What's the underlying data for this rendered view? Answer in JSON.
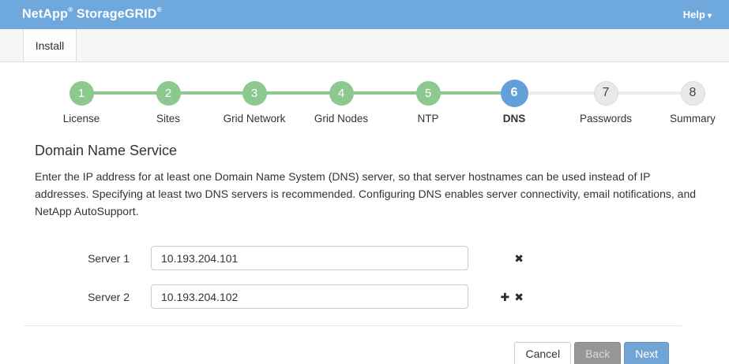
{
  "header": {
    "brand": "NetApp",
    "brand_reg": "®",
    "product": "StorageGRID",
    "product_reg": "®",
    "help_label": "Help",
    "help_caret": "▾",
    "bg_color": "#6FA8DC"
  },
  "tabs": {
    "install_label": "Install"
  },
  "stepper": {
    "completed_color": "#8DC88F",
    "active_color": "#64A0D8",
    "upcoming_color": "#e9e9e9",
    "steps": [
      {
        "number": "1",
        "label": "License",
        "status": "completed"
      },
      {
        "number": "2",
        "label": "Sites",
        "status": "completed"
      },
      {
        "number": "3",
        "label": "Grid Network",
        "status": "completed"
      },
      {
        "number": "4",
        "label": "Grid Nodes",
        "status": "completed"
      },
      {
        "number": "5",
        "label": "NTP",
        "status": "completed"
      },
      {
        "number": "6",
        "label": "DNS",
        "status": "active"
      },
      {
        "number": "7",
        "label": "Passwords",
        "status": "upcoming"
      },
      {
        "number": "8",
        "label": "Summary",
        "status": "upcoming"
      }
    ]
  },
  "main": {
    "title": "Domain Name Service",
    "description": "Enter the IP address for at least one Domain Name System (DNS) server, so that server hostnames can be used instead of IP addresses. Specifying at least two DNS servers is recommended. Configuring DNS enables server connectivity, email notifications, and NetApp AutoSupport.",
    "form": {
      "rows": [
        {
          "label": "Server 1",
          "value": "10.193.204.101"
        },
        {
          "label": "Server 2",
          "value": "10.193.204.102"
        }
      ],
      "add_icon": "✚",
      "remove_icon": "✖"
    }
  },
  "footer": {
    "cancel_label": "Cancel",
    "back_label": "Back",
    "next_label": "Next"
  }
}
